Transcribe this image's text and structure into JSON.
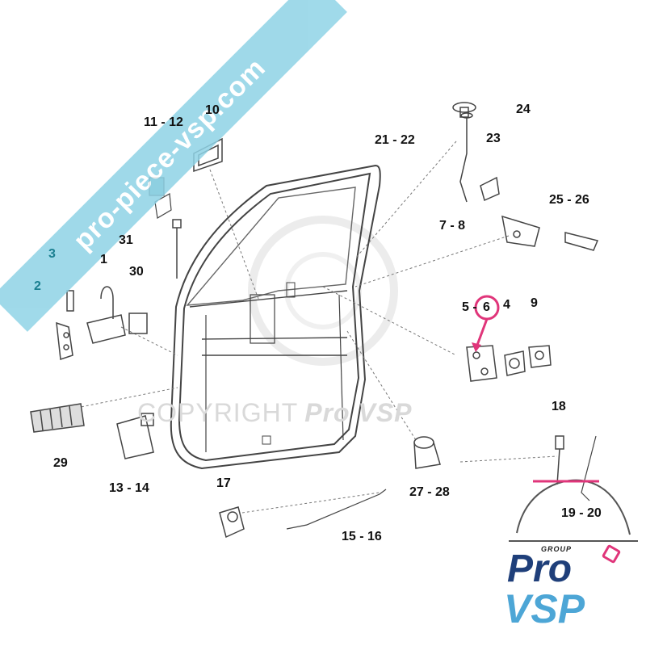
{
  "banner_text": "pro-piece-vsp.com",
  "watermark": {
    "prefix": "COPYRIGHT",
    "brand": "Pro VSP"
  },
  "logo": {
    "group": "GROUP",
    "line1": "Pro",
    "line2": "VSP"
  },
  "highlight_color": "#e0357a",
  "labels": {
    "l1": "1",
    "l2": "2",
    "l3": "3",
    "l4": "4",
    "l5_6_a": "5 -",
    "l5_6_b": "6",
    "l7_8": "7 - 8",
    "l9": "9",
    "l11_12": "11 - 12",
    "l10": "10",
    "l13_14": "13 - 14",
    "l15_16": "15 - 16",
    "l17": "17",
    "l18": "18",
    "l19_20": "19 - 20",
    "l21_22": "21 - 22",
    "l23": "23",
    "l24": "24",
    "l25_26": "25 - 26",
    "l27_28": "27 - 28",
    "l29": "29",
    "l30": "30",
    "l31": "31"
  }
}
